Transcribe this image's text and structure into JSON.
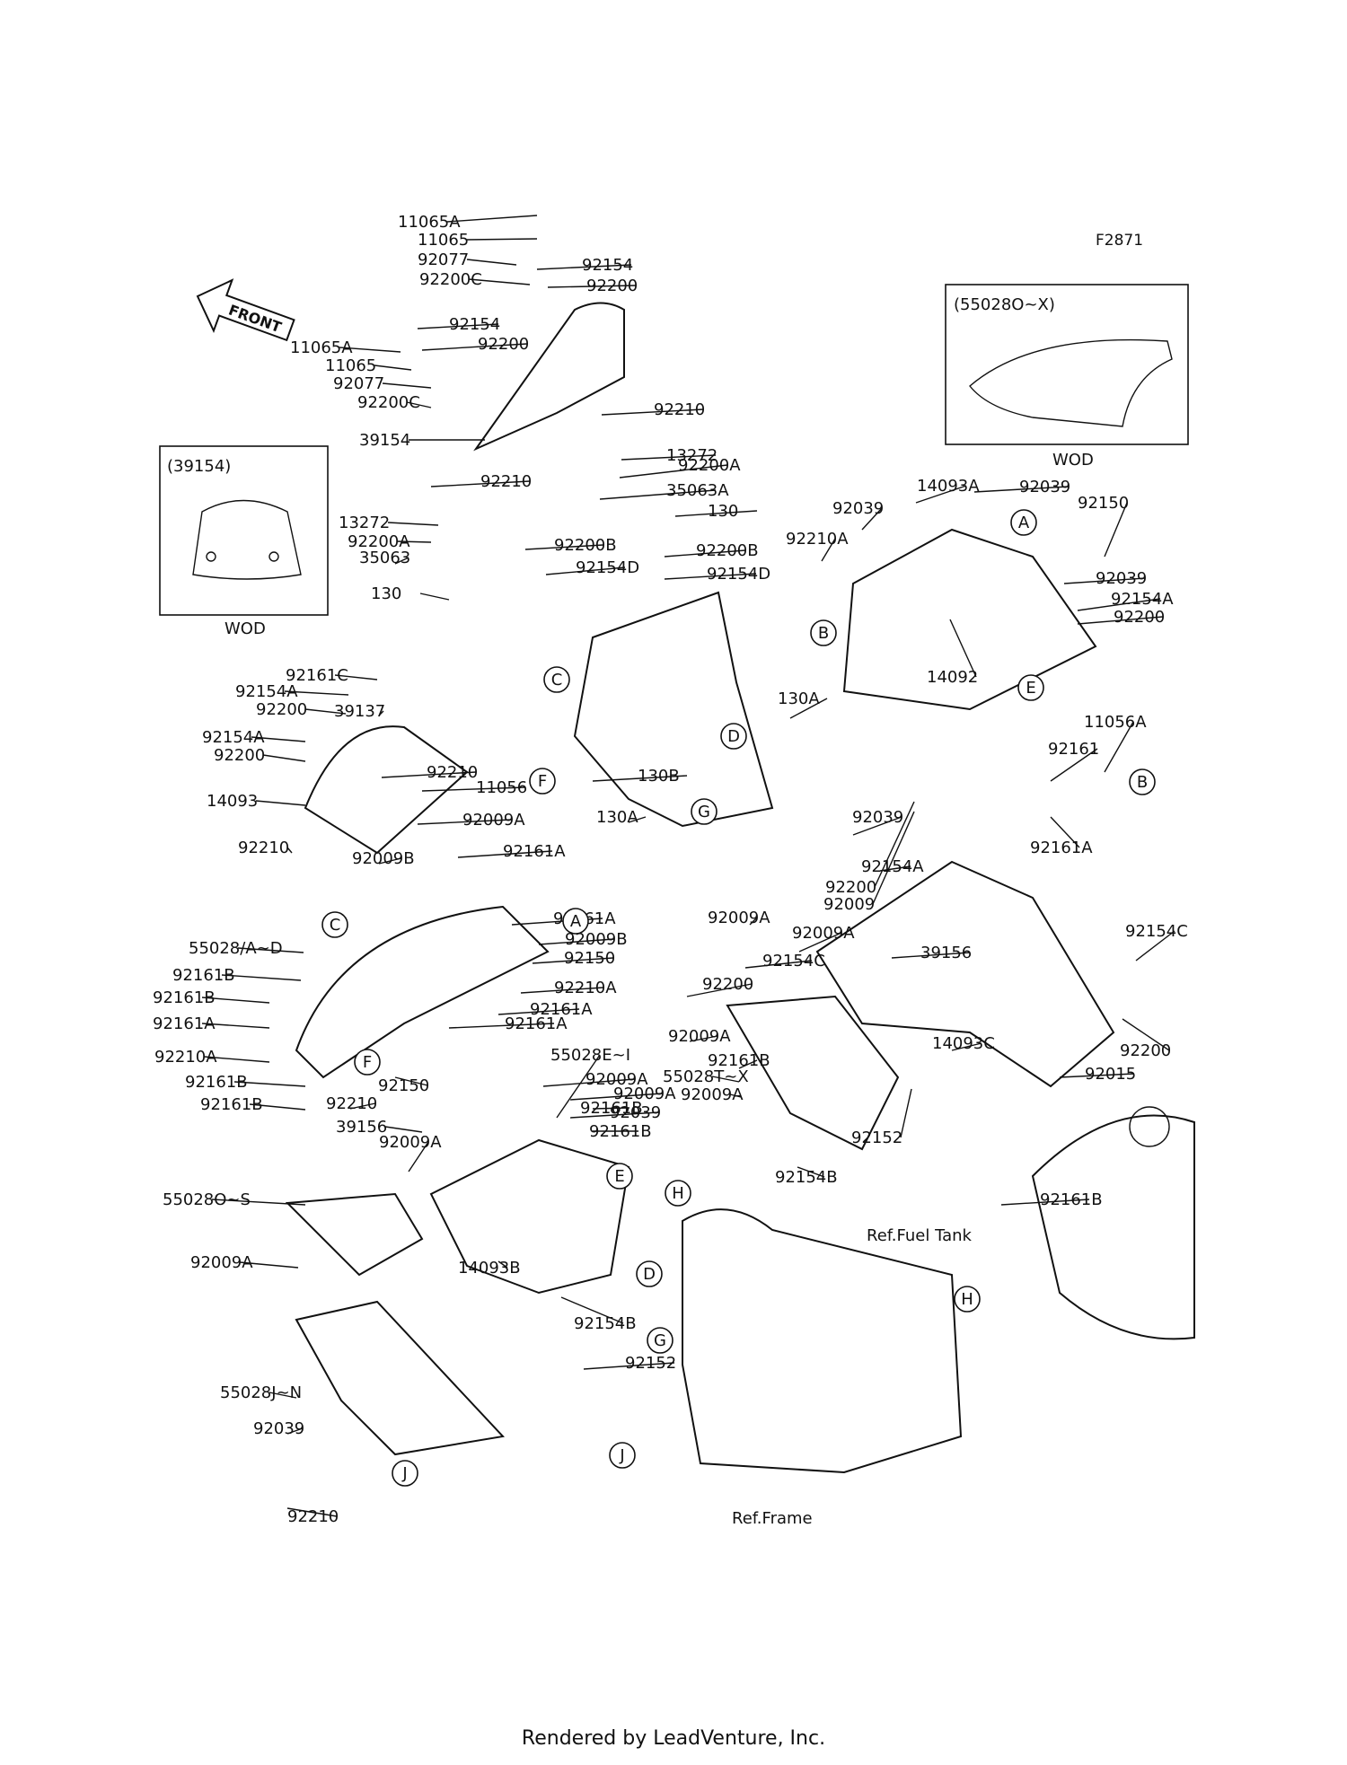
{
  "diagram_code": "F2871",
  "footer": "Rendered by LeadVenture, Inc.",
  "front_label": "FRONT",
  "inset_windshield": {
    "title": "(39154)",
    "caption": "WOD"
  },
  "inset_cowl": {
    "title": "(55028O~X)",
    "caption": "WOD"
  },
  "references": {
    "fuel_tank": "Ref.Fuel Tank",
    "frame": "Ref.Frame"
  },
  "callout_letters": [
    "A",
    "B",
    "C",
    "D",
    "E",
    "F",
    "G",
    "H",
    "J"
  ],
  "part_labels": [
    "11065A",
    "11065",
    "92077",
    "92200C",
    "92154",
    "92200",
    "92154",
    "92200",
    "11065A",
    "11065",
    "92077",
    "92200C",
    "39154",
    "92210",
    "13272",
    "92200A",
    "35063A",
    "130",
    "92210",
    "13272",
    "92200A",
    "35063",
    "92200B",
    "92154D",
    "92200B",
    "92154D",
    "130",
    "14093A",
    "92039",
    "92039",
    "92150",
    "92210A",
    "92039",
    "92154A",
    "92200",
    "14092",
    "92161C",
    "92154A",
    "92200",
    "92154A",
    "92200",
    "14093",
    "92210",
    "11056",
    "92009A",
    "92210",
    "39137",
    "130A",
    "130B",
    "130A",
    "92039",
    "92154A",
    "92200",
    "92009",
    "92161",
    "11056A",
    "92161A",
    "92161A",
    "92009B",
    "92161A",
    "55028/A~D",
    "92161B",
    "92161B",
    "92009B",
    "92150",
    "92210A",
    "92161A",
    "92161A",
    "92161A",
    "92210A",
    "92161B",
    "92150",
    "92161B",
    "92210",
    "92009A",
    "39156",
    "55028E~I",
    "92009A",
    "92039",
    "55028O~S",
    "92009A",
    "92009A",
    "14093B",
    "92154B",
    "92152",
    "55028J~N",
    "92039",
    "92210",
    "39156",
    "92009A",
    "92009A",
    "92154C",
    "92200",
    "92009A",
    "92161B",
    "55028T~X",
    "92009A",
    "92154B",
    "92152",
    "14093C",
    "92154C",
    "92200",
    "92015",
    "92161B",
    "92161B",
    "92161B"
  ]
}
